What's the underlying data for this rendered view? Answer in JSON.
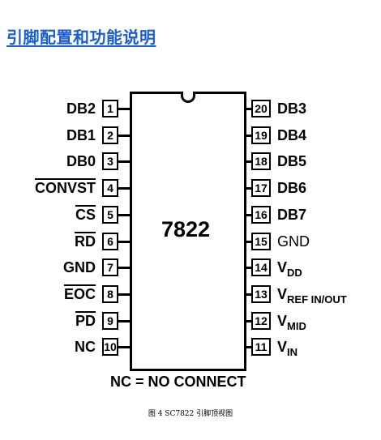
{
  "section_title": "引脚配置和功能说明",
  "chip": {
    "name": "7822"
  },
  "left_pins": [
    {
      "num": "1",
      "label": "DB2",
      "overline": false
    },
    {
      "num": "2",
      "label": "DB1",
      "overline": false
    },
    {
      "num": "3",
      "label": "DB0",
      "overline": false
    },
    {
      "num": "4",
      "label": "CONVST",
      "overline": true
    },
    {
      "num": "5",
      "label": "CS",
      "overline": true
    },
    {
      "num": "6",
      "label": "RD",
      "overline": true
    },
    {
      "num": "7",
      "label": "GND",
      "overline": false
    },
    {
      "num": "8",
      "label": "EOC",
      "overline": true
    },
    {
      "num": "9",
      "label": "PD",
      "overline": true
    },
    {
      "num": "10",
      "label": "NC",
      "overline": false
    }
  ],
  "right_pins": [
    {
      "num": "20",
      "label": "DB3",
      "sub": ""
    },
    {
      "num": "19",
      "label": "DB4",
      "sub": ""
    },
    {
      "num": "18",
      "label": "DB5",
      "sub": ""
    },
    {
      "num": "17",
      "label": "DB6",
      "sub": ""
    },
    {
      "num": "16",
      "label": "DB7",
      "sub": ""
    },
    {
      "num": "15",
      "label": "GND",
      "sub": ""
    },
    {
      "num": "14",
      "label": "V",
      "sub": "DD"
    },
    {
      "num": "13",
      "label": "V",
      "sub": "REF IN/OUT"
    },
    {
      "num": "12",
      "label": "V",
      "sub": "MID"
    },
    {
      "num": "11",
      "label": "V",
      "sub": "IN"
    }
  ],
  "footnote": "NC = NO CONNECT",
  "caption": "图 4  SC7822 引脚顶视图"
}
